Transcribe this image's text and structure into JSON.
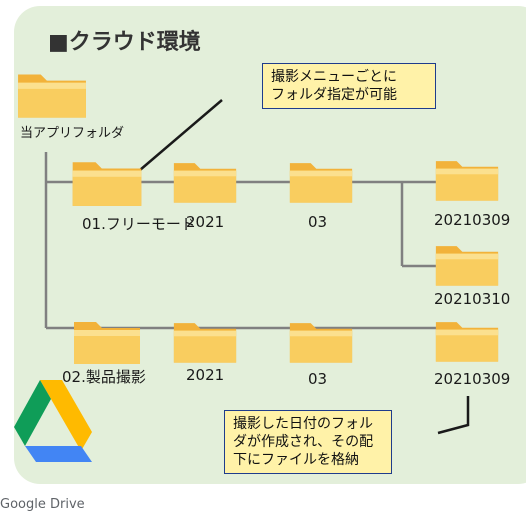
{
  "title": "■クラウド環境",
  "root_folder": "当アプリフォルダ",
  "row1": {
    "folders": [
      "01.フリーモード",
      "2021",
      "03",
      "20210309"
    ],
    "branch_folder": "20210310"
  },
  "row2": {
    "folders": [
      "02.製品撮影",
      "2021",
      "03",
      "20210309"
    ]
  },
  "callout_top": [
    "撮影メニューごとに",
    "フォルダ指定が可能"
  ],
  "callout_bottom": [
    "撮影した日付のフォル",
    "ダが作成され、その配",
    "下にファイルを格納"
  ],
  "logo_text": "Google Drive",
  "colors": {
    "panel": "#e3efda",
    "folder": "#f8c858",
    "folder_front": "#fbd979",
    "line": "#808080",
    "callout_fill": "#fff2a8",
    "callout_border": "#1f3c8c"
  }
}
